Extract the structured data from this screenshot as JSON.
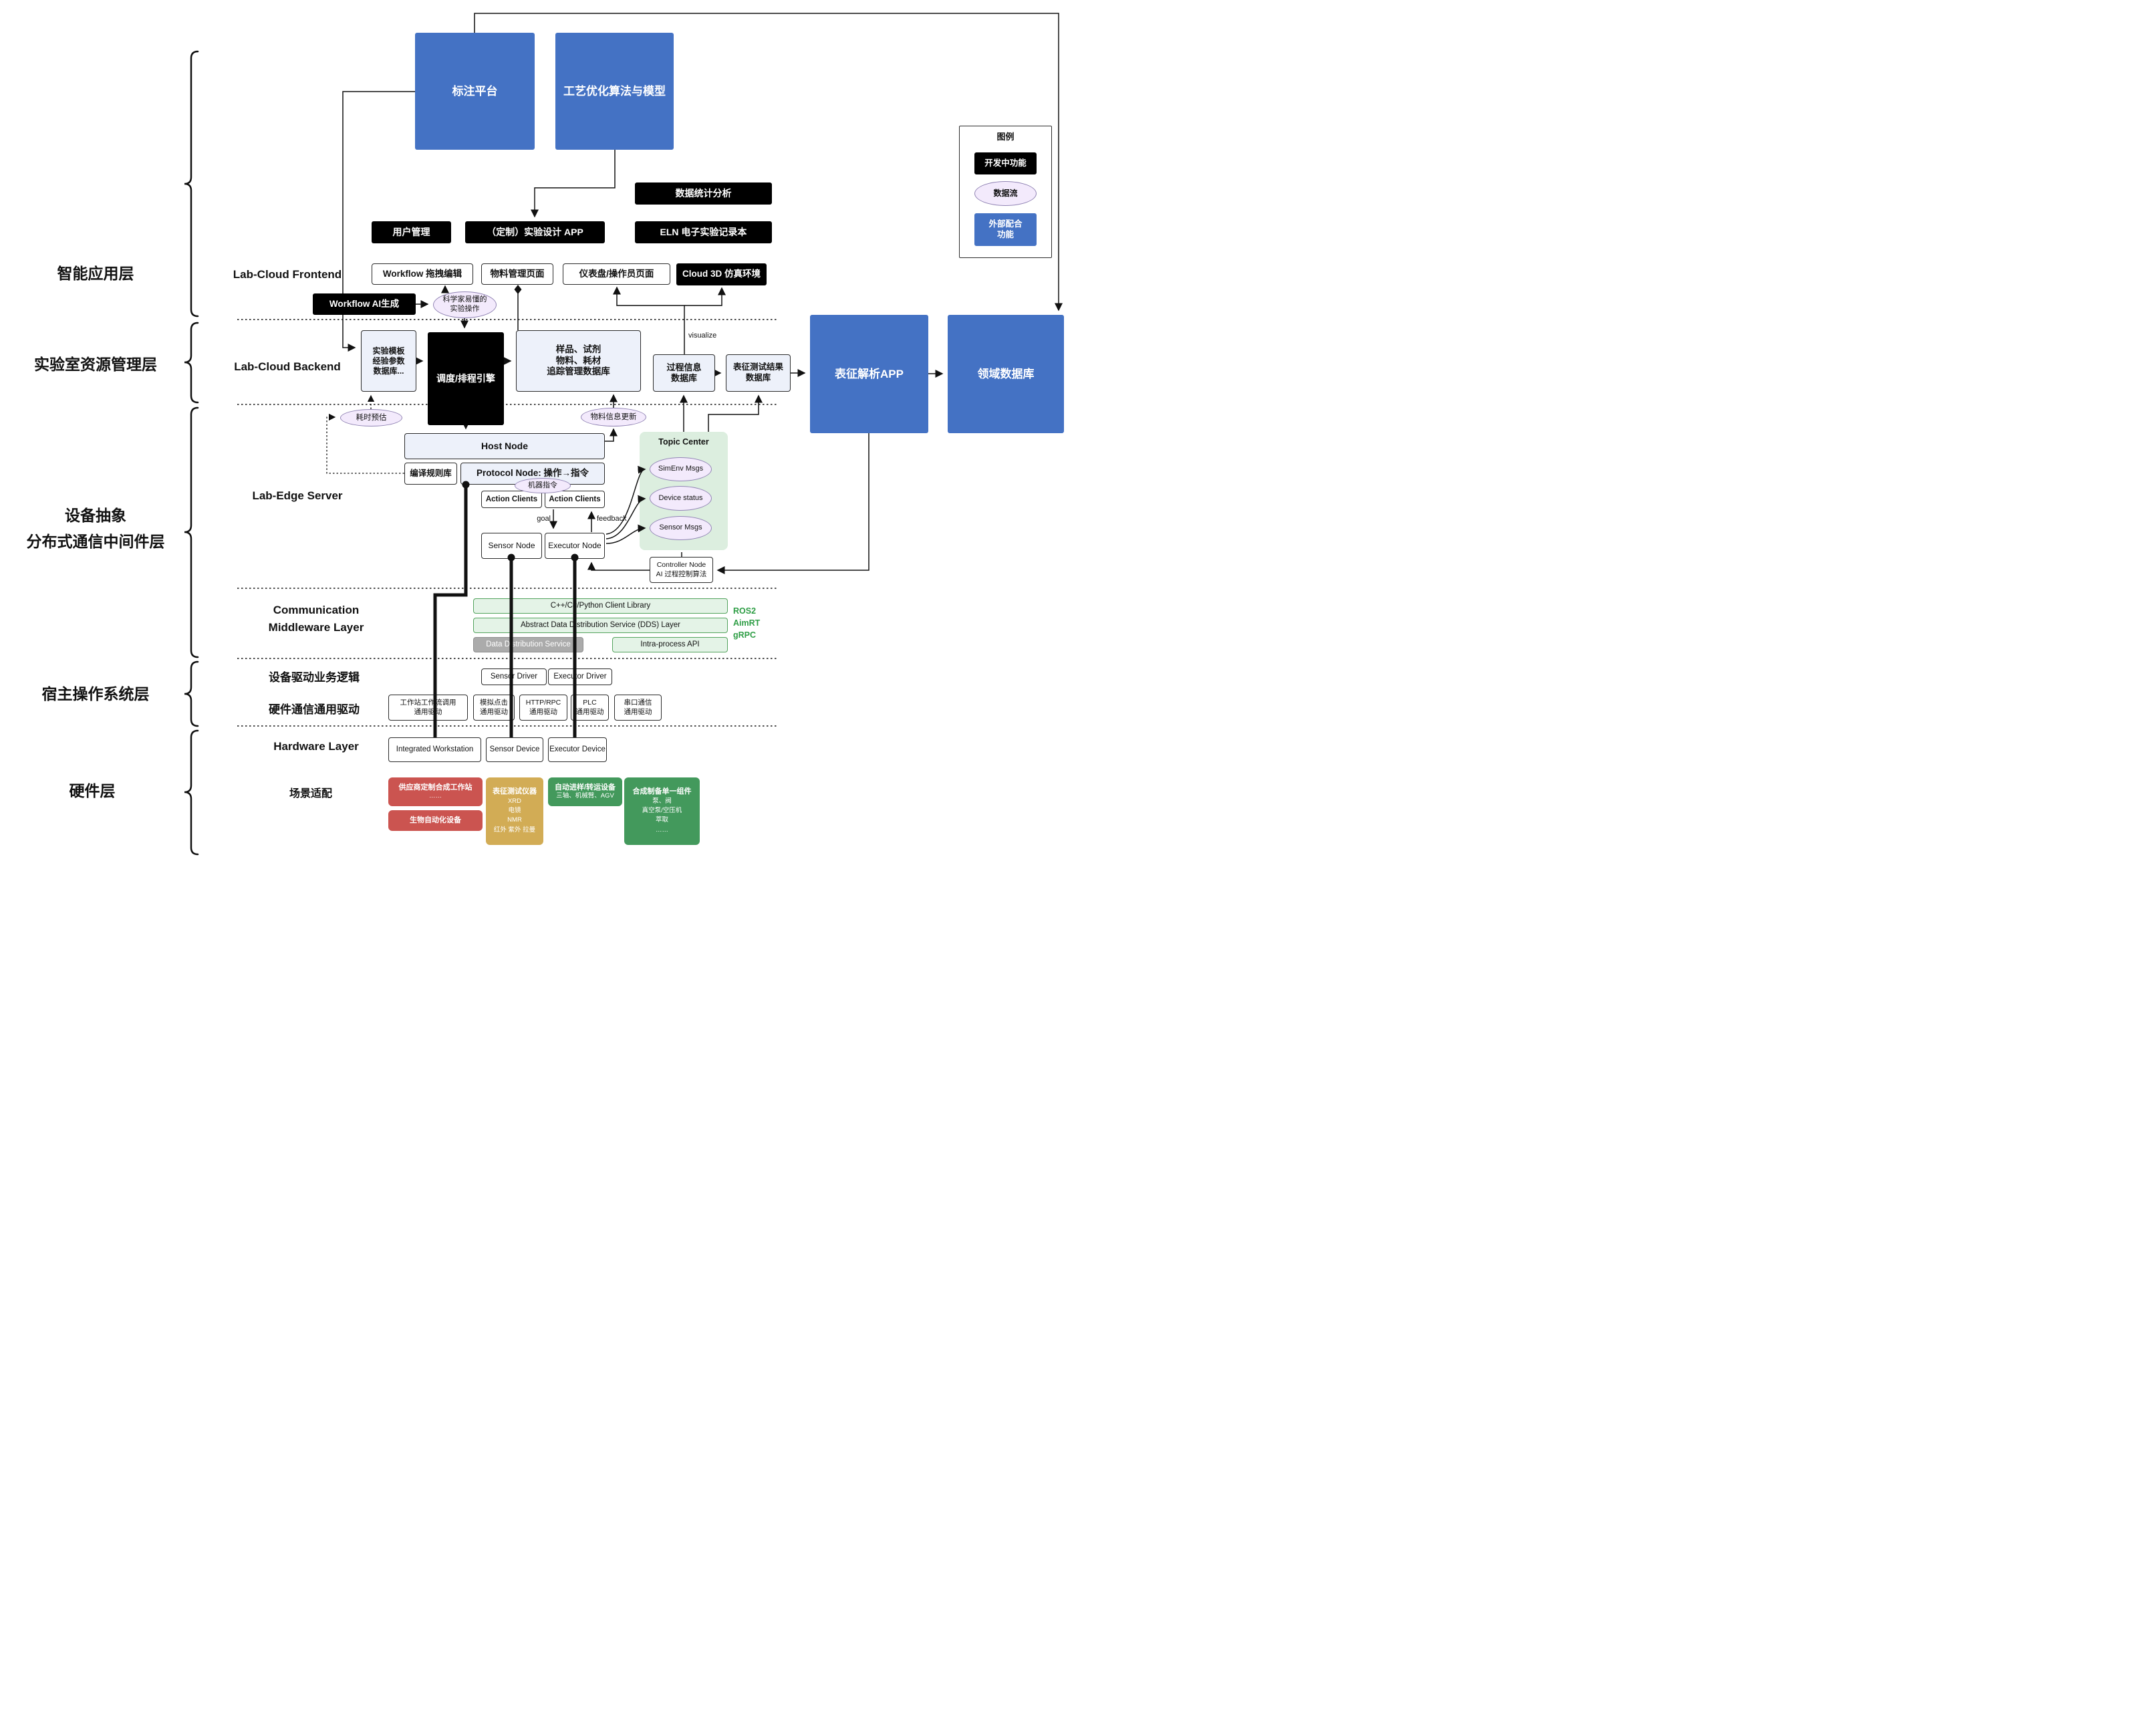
{
  "rail": {
    "app": "智能应用层",
    "resource": "实验室资源管理层",
    "device": "设备抽象\n分布式通信中间件层",
    "host": "宿主操作系统层",
    "hw": "硬件层"
  },
  "sections": {
    "frontend": "Lab-Cloud Frontend",
    "backend": "Lab-Cloud Backend",
    "edge": "Lab-Edge Server",
    "comm": "Communication\nMiddleware Layer",
    "driver_logic": "设备驱动业务逻辑",
    "hw_driver": "硬件通信通用驱动",
    "hardware": "Hardware Layer",
    "scenario": "场景适配"
  },
  "top": {
    "annotation": "标注平台",
    "optimization": "工艺优化算法与模型"
  },
  "frontend": {
    "stats": "数据统计分析",
    "user_mgmt": "用户管理",
    "design_app": "（定制）实验设计 APP",
    "eln": "ELN 电子实验记录本",
    "workflow_edit": "Workflow 拖拽编辑",
    "material_page": "物料管理页面",
    "dashboard": "仪表盘/操作员页面",
    "cloud3d": "Cloud 3D 仿真环境",
    "workflow_ai": "Workflow AI生成",
    "scientist_ops": "科学家易懂的\n实验操作"
  },
  "backend": {
    "template_db": "实验模板\n经验参数\n数据库...",
    "scheduler": "调度/排程引擎",
    "sample_db": "样品、试剂\n物料、耗材\n追踪管理数据库",
    "process_db": "过程信息\n数据库",
    "result_db": "表征测试结果\n数据库",
    "visualize": "visualize",
    "analysis_app": "表征解析APP",
    "domain_db": "领域数据库"
  },
  "edge": {
    "time_estimate": "耗时预估",
    "material_update": "物料信息更新",
    "host_node": "Host Node",
    "compile_rules": "编译规则库",
    "protocol_node": "Protocol Node: 操作→指令",
    "machine_cmd": "机器指令",
    "action_clients_left": "Action Clients",
    "action_clients_right": "Action Clients",
    "sensor_node": "Sensor Node",
    "executor_node": "Executor Node",
    "goal": "goal",
    "feedback": "feedback",
    "topic_center": "Topic Center",
    "simenv_msgs": "SimEnv Msgs",
    "device_status": "Device status",
    "sensor_msgs": "Sensor Msgs",
    "controller": "Controller Node\nAI 过程控制算法"
  },
  "middleware": {
    "client_lib": "C++/C#/Python Client Library",
    "dds_abstract": "Abstract Data Distribution Service (DDS) Layer",
    "dds": "Data Distribution Service",
    "intra_api": "Intra-process API",
    "stack": "ROS2\nAimRT\ngRPC"
  },
  "host_os": {
    "sensor_driver": "Sensor Driver",
    "executor_driver": "Executor Driver",
    "drivers": [
      "工作站工作流调用\n通用驱动",
      "模拟点击\n通用驱动",
      "HTTP/RPC\n通用驱动",
      "PLC\n通用驱动",
      "串口通信\n通用驱动"
    ]
  },
  "hardware": {
    "workstation": "Integrated Workstation",
    "sensor_device": "Sensor Device",
    "executor_device": "Executor Device"
  },
  "scenario": {
    "vendor": {
      "title": "供应商定制合成工作站",
      "sub": "……"
    },
    "bio": {
      "title": "生物自动化设备"
    },
    "characterize": {
      "title": "表征测试仪器",
      "sub": "XRD\n电镜\nNMR\n红外 紫外 拉曼"
    },
    "transfer": {
      "title": "自动进样/转运设备",
      "sub": "三轴、机械臂、AGV"
    },
    "unit": {
      "title": "合成制备单一组件",
      "sub": "泵、阀\n真空泵/空压机\n萃取\n……"
    }
  },
  "legend": {
    "title": "图例",
    "developing": "开发中功能",
    "dataflow": "数据流",
    "external": "外部配合\n功能"
  },
  "colors": {
    "blue": "#4472C4",
    "black": "#000000",
    "lavender": "#EDF1FA",
    "purple_flow": "#F3EAFC",
    "green_light": "#E4F3E7",
    "green_panel": "#DCEEDF",
    "gray": "#ABABAB",
    "red": "#CB5450",
    "tan": "#D2AC55",
    "green_hw": "#43995C",
    "stack_green": "#2F9E46"
  }
}
